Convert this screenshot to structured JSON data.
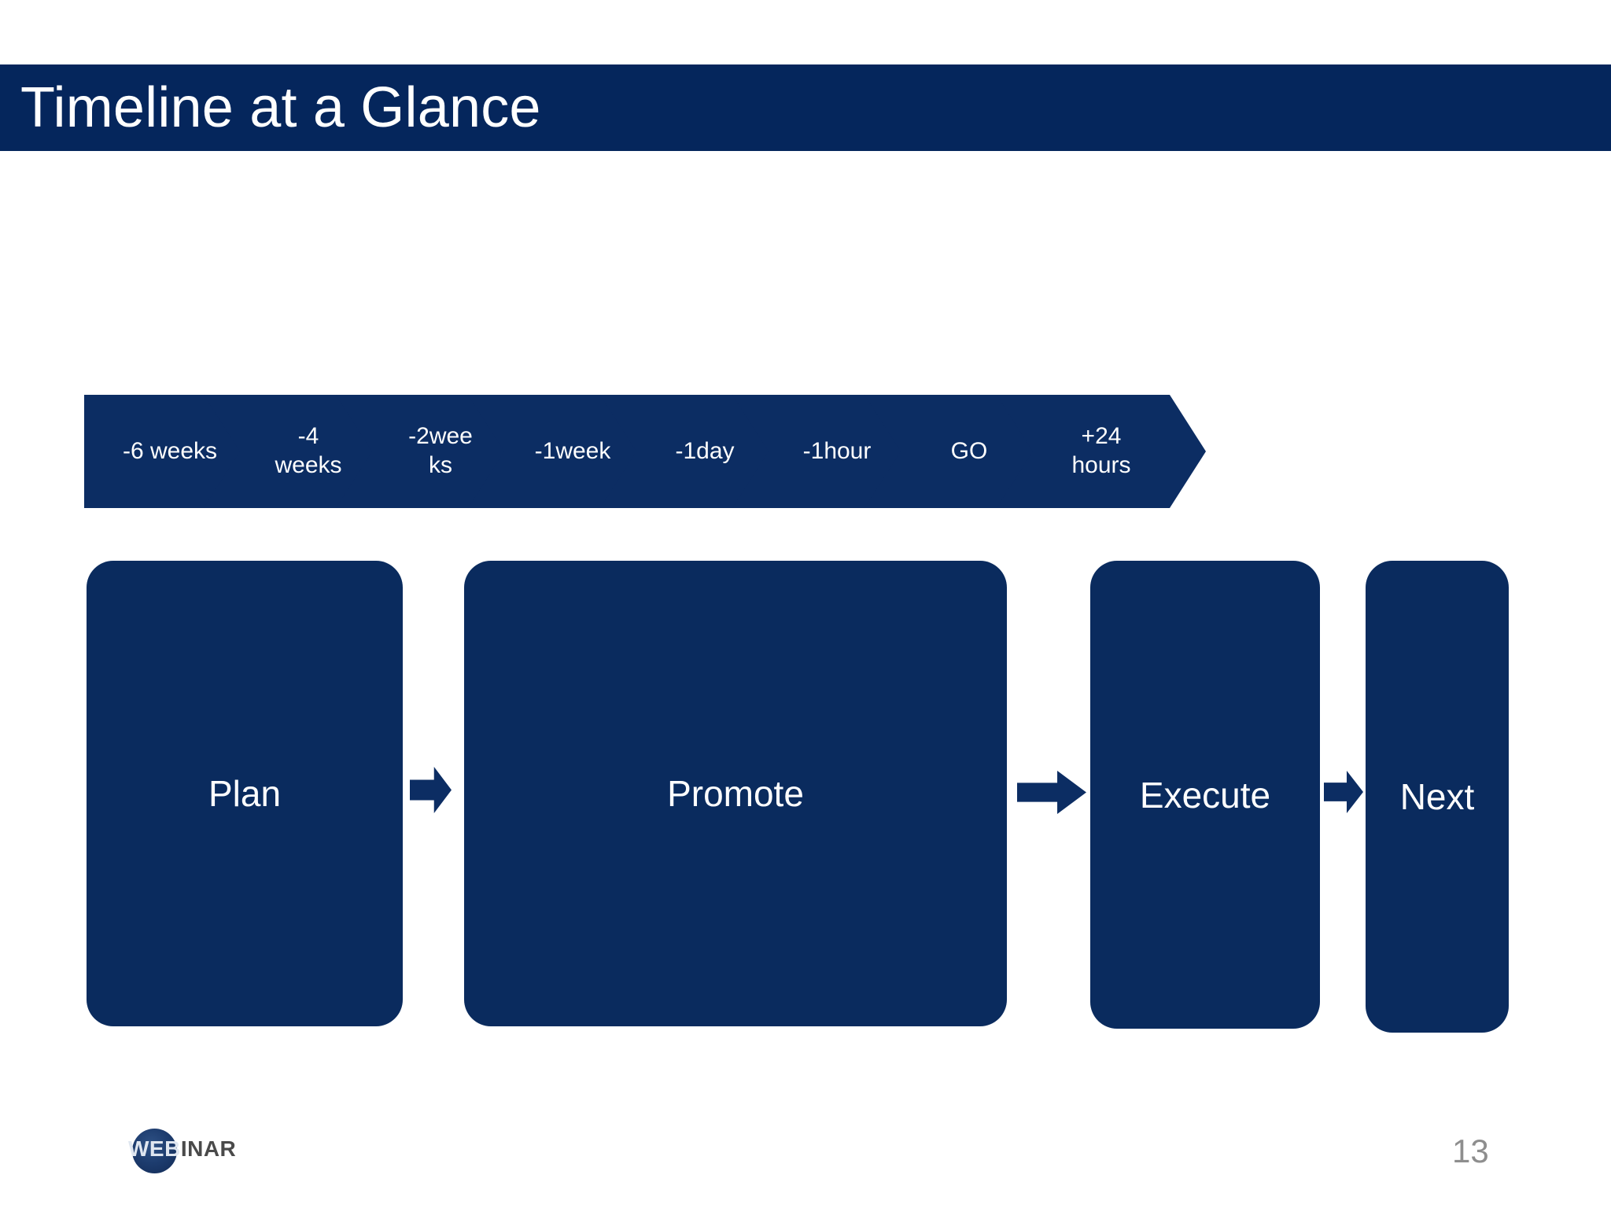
{
  "slide": {
    "title": "Timeline at a Glance",
    "page_number": "13",
    "colors": {
      "navy_banner": "#05265c",
      "navy_shape": "#0c2d63",
      "navy_box": "#0a2b5e",
      "background": "#ffffff",
      "title_text": "#ffffff",
      "page_number_text": "#8e8e8e"
    }
  },
  "logo": {
    "word_inside": "WEB",
    "word_outside": "INAR",
    "full": "WEBINAR"
  },
  "timeline": {
    "type": "chevron-process",
    "steps": [
      {
        "label": "-6 weeks"
      },
      {
        "label": "-4 weeks"
      },
      {
        "label": "-2weeks"
      },
      {
        "label": "-1week"
      },
      {
        "label": "-1day"
      },
      {
        "label": "-1hour"
      },
      {
        "label": "GO"
      },
      {
        "label": "+24 hours"
      }
    ]
  },
  "phases": {
    "boxes": [
      {
        "label": "Plan"
      },
      {
        "label": "Promote"
      },
      {
        "label": "Execute"
      },
      {
        "label": "Next"
      }
    ],
    "arrows": [
      {
        "name": "arrow-plan-to-promote"
      },
      {
        "name": "arrow-promote-to-execute"
      },
      {
        "name": "arrow-execute-to-next"
      }
    ]
  }
}
